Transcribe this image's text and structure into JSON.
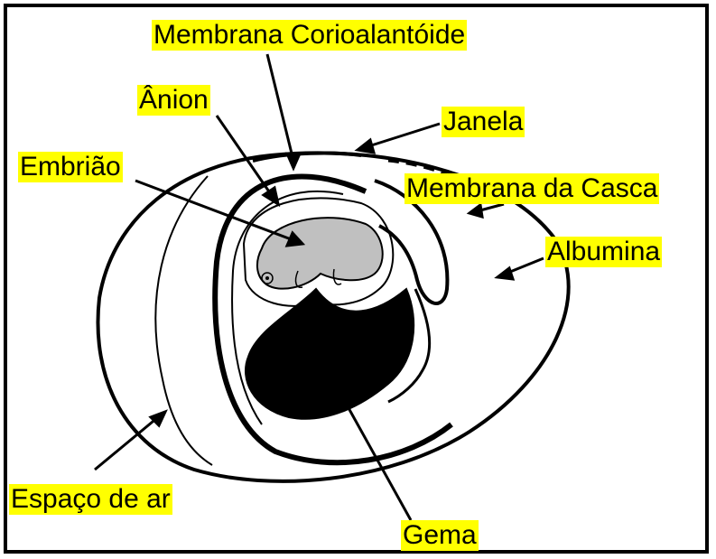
{
  "labels": {
    "membrana_corioalantoide": "Membrana Corioalantóide",
    "anion": "Ânion",
    "janela": "Janela",
    "embriao": "Embrião",
    "membrana_da_casca": "Membrana da Casca",
    "albumina": "Albumina",
    "espaco_de_ar": "Espaço de ar",
    "gema": "Gema"
  },
  "colors": {
    "label_background": "#ffff00",
    "embryo_fill": "#c0c0c0",
    "yolk_fill": "#000000",
    "line": "#000000"
  }
}
